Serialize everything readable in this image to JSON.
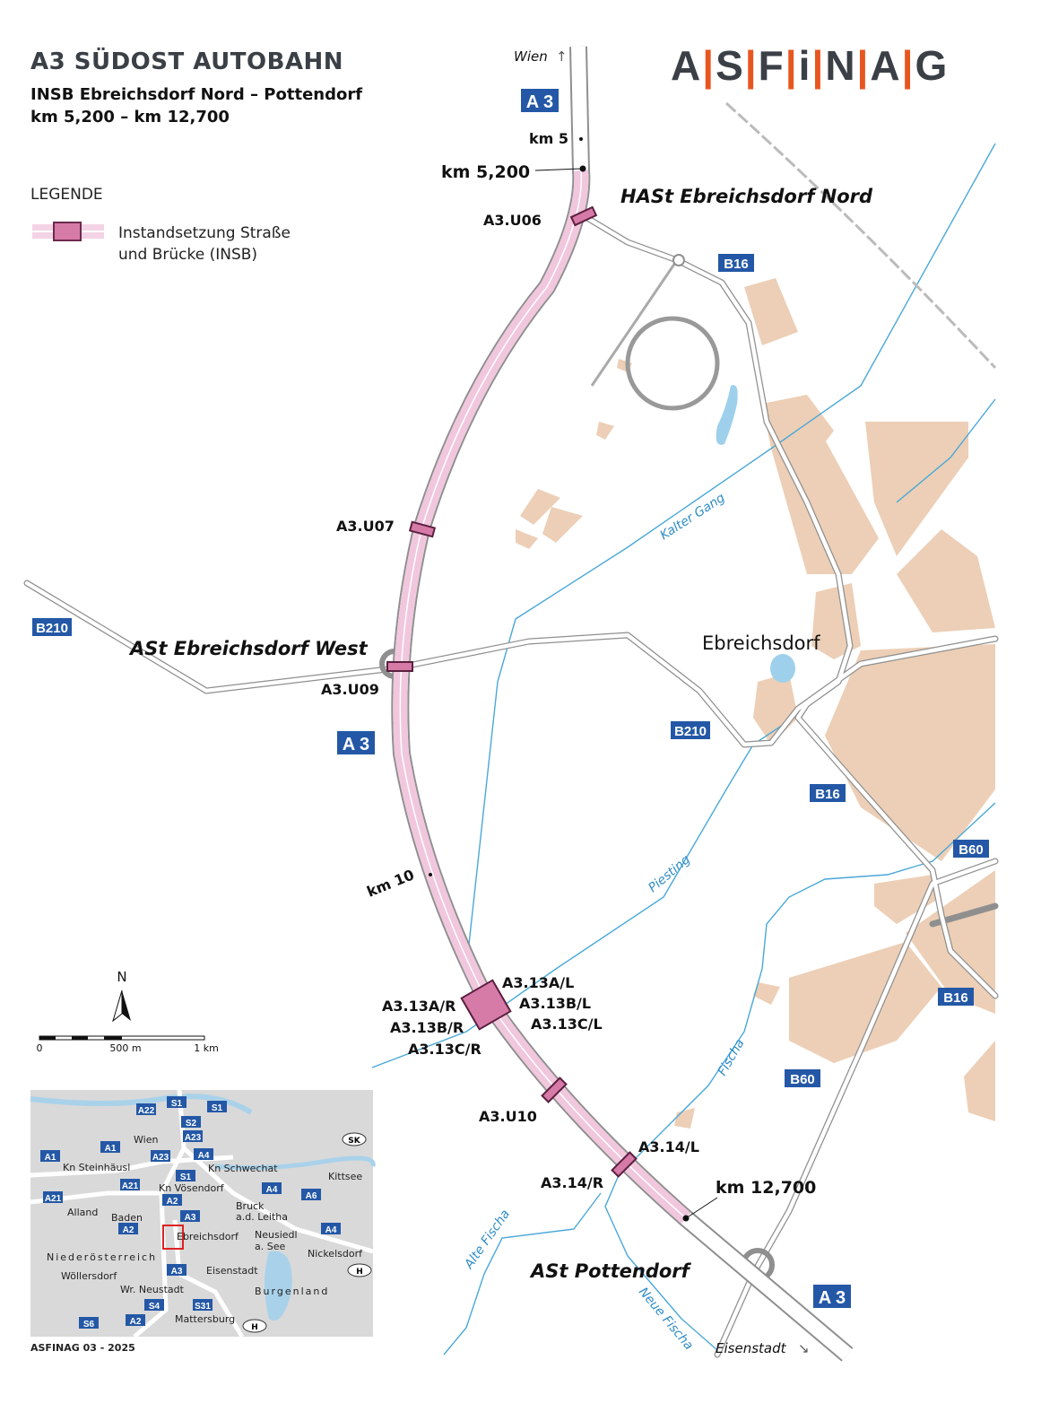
{
  "header": {
    "title": "A3  SÜDOST AUTOBAHN",
    "subtitle": "INSB Ebreichsdorf Nord – Pottendorf",
    "range": "km 5,200 – km 12,700"
  },
  "logo": {
    "letters": [
      "A",
      "S",
      "F",
      "i",
      "N",
      "A",
      "G"
    ]
  },
  "legend": {
    "title": "LEGENDE",
    "item_line1": "Instandsetzung Straße",
    "item_line2": "und Brücke  (INSB)"
  },
  "map": {
    "direction_north": "Wien",
    "direction_south": "Eisenstadt",
    "km_markers": [
      "km 5",
      "km 5,200",
      "km 10",
      "km 12,700"
    ],
    "junctions": [
      "HASt Ebreichsdorf Nord",
      "ASt Ebreichsdorf West",
      "ASt Pottendorf"
    ],
    "town": "Ebreichsdorf",
    "bridges": [
      "A3.U06",
      "A3.U07",
      "A3.U09",
      "A3.13A/L",
      "A3.13B/L",
      "A3.13C/L",
      "A3.13A/R",
      "A3.13B/R",
      "A3.13C/R",
      "A3.U10",
      "A3.14/L",
      "A3.14/R"
    ],
    "rivers": [
      "Kalter Gang",
      "Piesting",
      "Fischa",
      "Alte Fischa",
      "Neue Fischa"
    ],
    "shields": [
      "A 3",
      "A 3",
      "A 3",
      "B16",
      "B210",
      "B210",
      "B16",
      "B60",
      "B16",
      "B60"
    ],
    "accent_color": "#e8a6cc",
    "motorway_shield_color": "#2458a6"
  },
  "scale": {
    "north": "N",
    "ticks": [
      "0",
      "500 m",
      "1 km"
    ]
  },
  "inset": {
    "shields": [
      "S1",
      "S1",
      "A22",
      "S2",
      "A23",
      "A1",
      "A1",
      "A23",
      "A4",
      "S1",
      "A21",
      "A21",
      "A2",
      "A4",
      "A6",
      "A3",
      "A2",
      "A4",
      "A3",
      "S4",
      "S31",
      "S6",
      "A2"
    ],
    "places": [
      "Wien",
      "Kn Steinhäusl",
      "Kn Schwechat",
      "Kittsee",
      "Kn Vösendorf",
      "Alland",
      "Baden",
      "Bruck",
      "a.d. Leitha",
      "Ebreichsdorf",
      "Neusiedl",
      "a. See",
      "Nickelsdorf",
      "Niederösterreich",
      "Eisenstadt",
      "Wöllersdorf",
      "Wr. Neustadt",
      "Burgenland",
      "Mattersburg"
    ],
    "borders": [
      "SK",
      "H",
      "H"
    ]
  },
  "footer": "ASFINAG 03 - 2025"
}
